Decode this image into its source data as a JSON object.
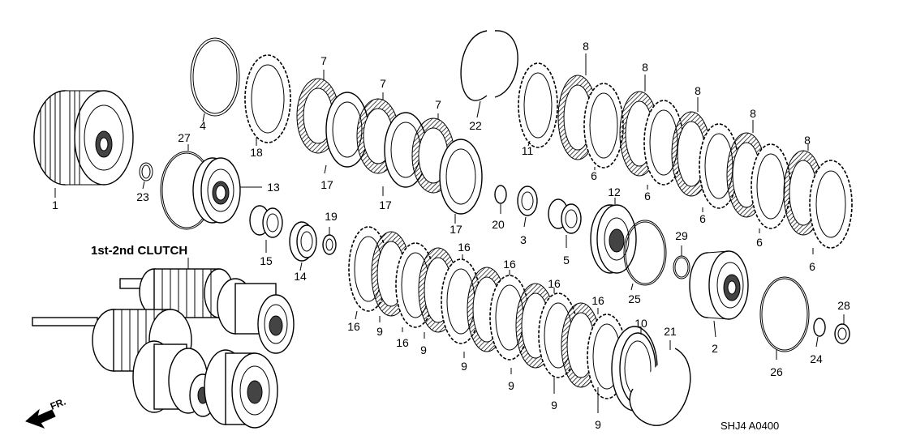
{
  "assembly_label": "1st-2nd CLUTCH",
  "diagram_code": "SHJ4 A0400",
  "direction_label": "FR.",
  "callouts": {
    "c1": "1",
    "c2": "2",
    "c3": "3",
    "c4": "4",
    "c5": "5",
    "c6a": "6",
    "c6b": "6",
    "c6c": "6",
    "c6d": "6",
    "c6e": "6",
    "c7a": "7",
    "c7b": "7",
    "c7c": "7",
    "c8a": "8",
    "c8b": "8",
    "c8c": "8",
    "c8d": "8",
    "c8e": "8",
    "c9a": "9",
    "c9b": "9",
    "c9c": "9",
    "c9d": "9",
    "c9e": "9",
    "c9f": "9",
    "c10": "10",
    "c11": "11",
    "c12": "12",
    "c13": "13",
    "c14": "14",
    "c15": "15",
    "c16a": "16",
    "c16b": "16",
    "c16c": "16",
    "c16d": "16",
    "c16e": "16",
    "c16f": "16",
    "c17a": "17",
    "c17b": "17",
    "c17c": "17",
    "c18": "18",
    "c19": "19",
    "c20": "20",
    "c21": "21",
    "c22": "22",
    "c23": "23",
    "c24": "24",
    "c25": "25",
    "c26": "26",
    "c27": "27",
    "c28": "28",
    "c29": "29"
  }
}
